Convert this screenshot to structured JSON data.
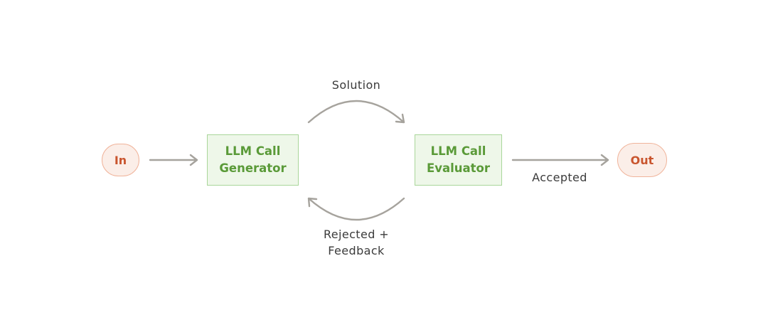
{
  "nodes": {
    "input": {
      "label": "In"
    },
    "generator": {
      "line1": "LLM Call",
      "line2": "Generator"
    },
    "evaluator": {
      "line1": "LLM Call",
      "line2": "Evaluator"
    },
    "output": {
      "label": "Out"
    }
  },
  "edges": {
    "solution_label": "Solution",
    "feedback_line1": "Rejected +",
    "feedback_line2": "Feedback",
    "accepted_label": "Accepted"
  },
  "colors": {
    "io_fill": "#fbeee8",
    "io_border": "#f0b49b",
    "io_text": "#c9552e",
    "llm_fill": "#eef7e9",
    "llm_border": "#a9d69a",
    "llm_text": "#5a9a38",
    "arrow": "#a6a39d",
    "label_text": "#3b3b3b"
  }
}
